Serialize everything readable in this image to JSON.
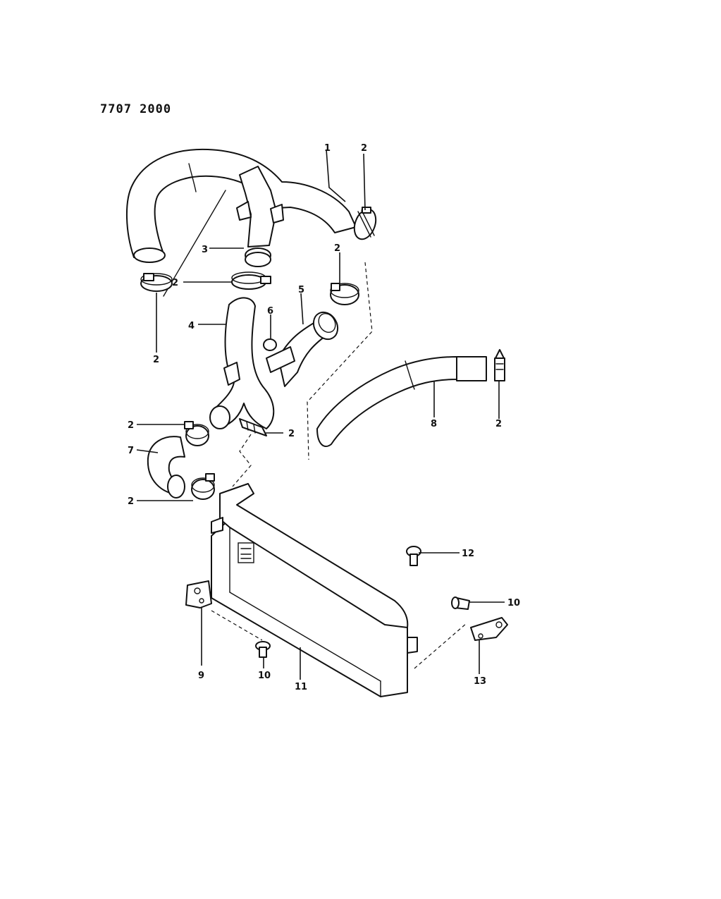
{
  "diagram_code": "7707 2000",
  "callouts": {
    "c1": "1",
    "c2a": "2",
    "c2b": "2",
    "c2c": "2",
    "c2d": "2",
    "c2e": "2",
    "c2f": "2",
    "c2g": "2",
    "c2h": "2",
    "c3": "3",
    "c4": "4",
    "c5": "5",
    "c6": "6",
    "c7": "7",
    "c8": "8",
    "c9": "9",
    "c10a": "10",
    "c10b": "10",
    "c11": "11",
    "c12": "12",
    "c13": "13"
  }
}
